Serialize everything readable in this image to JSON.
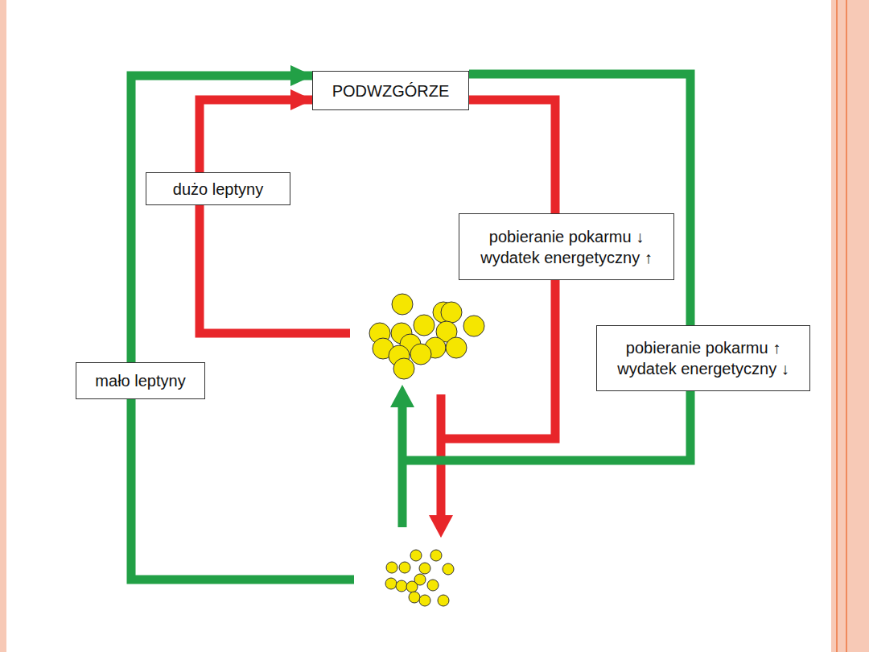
{
  "diagram": {
    "nodes": [
      {
        "text": [
          "PODWZGÓRZE"
        ]
      },
      {
        "text": [
          "dużo leptyny"
        ]
      },
      {
        "text": [
          "mało leptyny"
        ]
      },
      {
        "text": [
          "pobieranie pokarmu ↓ wydatek energetyczny ↑"
        ]
      },
      {
        "text": [
          "pobieranie pokarmu ↑ wydatek energetyczny ↓"
        ]
      }
    ],
    "edges": [
      {
        "from": 1,
        "to": 0,
        "arrow": "to"
      },
      {
        "from": 2,
        "to": 0,
        "arrow": "to"
      },
      {
        "from": 0,
        "to": 3,
        "arrow": "none"
      },
      {
        "from": 0,
        "to": 4,
        "arrow": "none"
      }
    ]
  }
}
